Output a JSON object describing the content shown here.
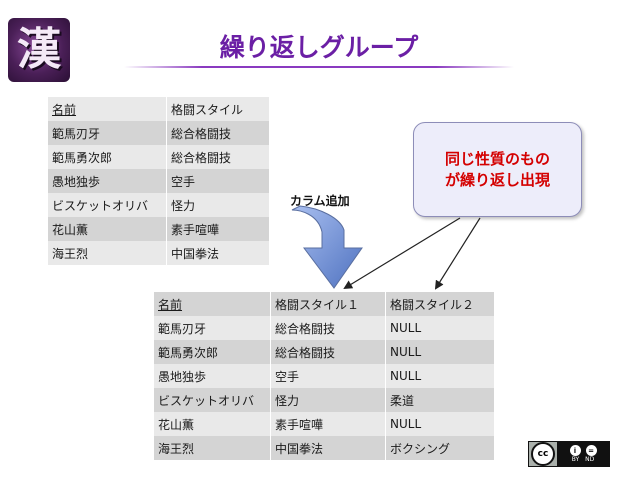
{
  "slide": {
    "title": "繰り返しグループ",
    "logo_glyph": "漢"
  },
  "table_before": {
    "headers": [
      "名前",
      "格闘スタイル"
    ],
    "rows": [
      [
        "範馬刃牙",
        "総合格闘技"
      ],
      [
        "範馬勇次郎",
        "総合格闘技"
      ],
      [
        "愚地独歩",
        "空手"
      ],
      [
        "ビスケットオリバ",
        "怪力"
      ],
      [
        "花山薫",
        "素手喧嘩"
      ],
      [
        "海王烈",
        "中国拳法"
      ]
    ]
  },
  "table_after": {
    "headers": [
      "名前",
      "格闘スタイル１",
      "格闘スタイル２"
    ],
    "rows": [
      [
        "範馬刃牙",
        "総合格闘技",
        "NULL"
      ],
      [
        "範馬勇次郎",
        "総合格闘技",
        "NULL"
      ],
      [
        "愚地独歩",
        "空手",
        "NULL"
      ],
      [
        "ビスケットオリバ",
        "怪力",
        "柔道"
      ],
      [
        "花山薫",
        "素手喧嘩",
        "NULL"
      ],
      [
        "海王烈",
        "中国拳法",
        "ボクシング"
      ]
    ]
  },
  "callout": {
    "line1": "同じ性質のもの",
    "line2": "が繰り返し出現"
  },
  "arrow_label": "カラム追加",
  "license": {
    "main": "cc",
    "icons": [
      "i",
      "="
    ],
    "labels": [
      "BY",
      "ND"
    ]
  },
  "colors": {
    "title": "#6b1fa5",
    "callout_text": "#d40000",
    "arrow_fill": "#6f8fd0",
    "row_dark": "#d4d4d4",
    "row_light": "#e9e9e9"
  }
}
